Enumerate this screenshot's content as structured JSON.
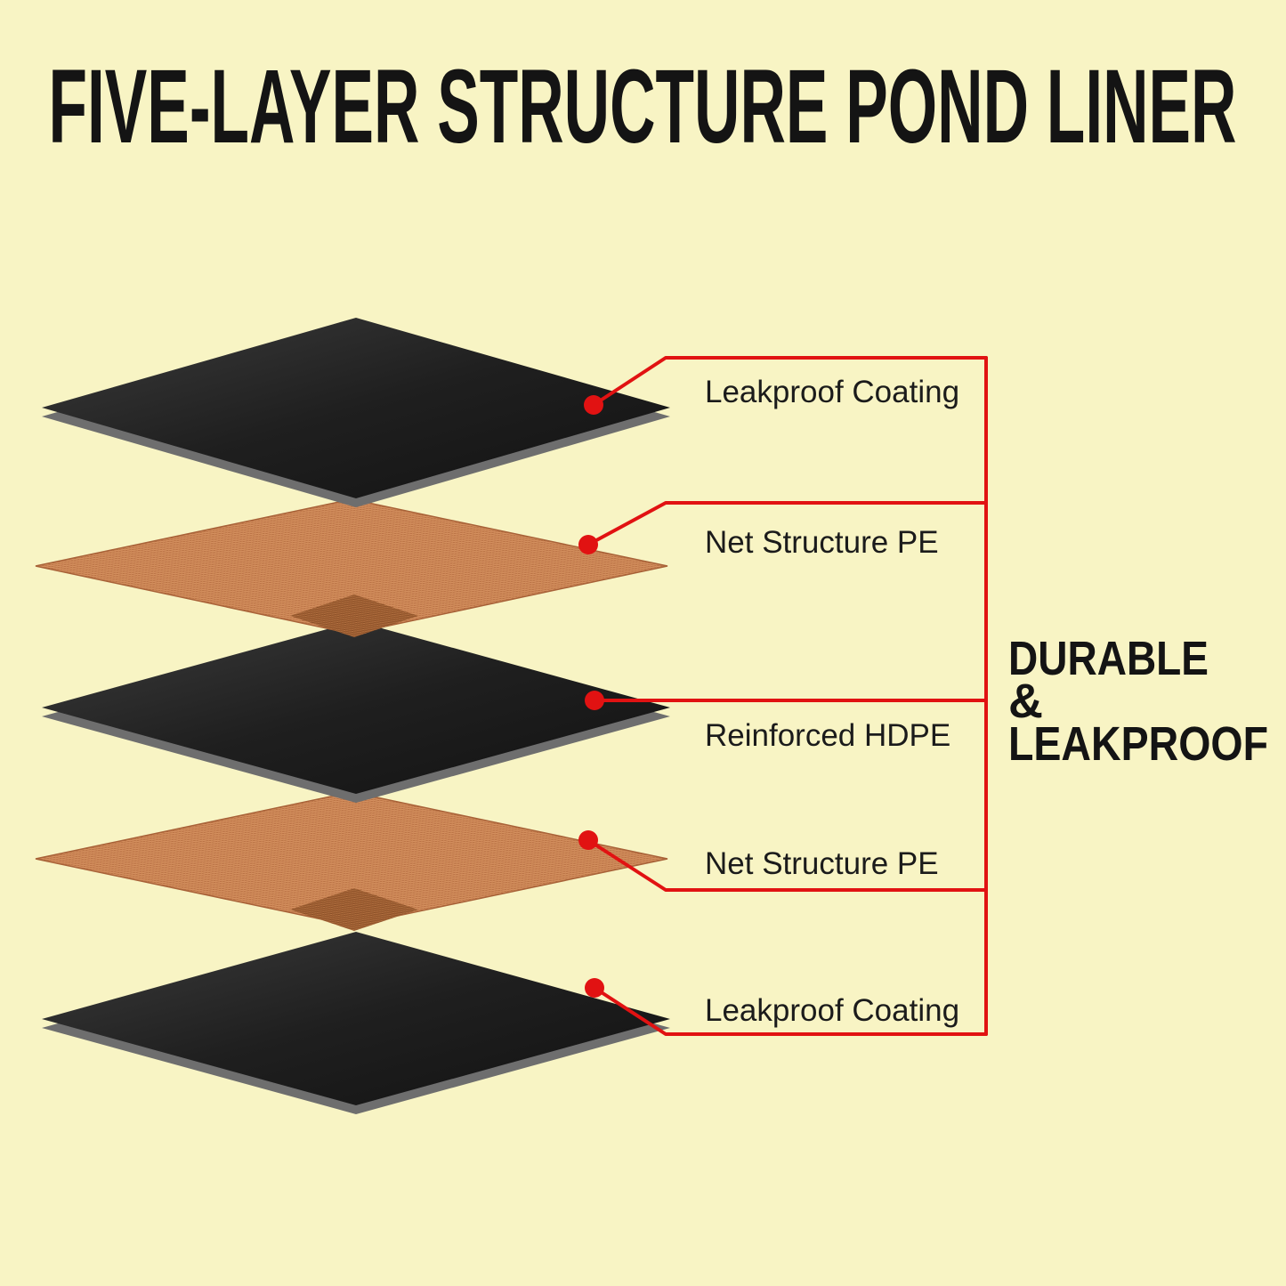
{
  "title": "FIVE-LAYER STRUCTURE POND LINER",
  "layers": [
    {
      "id": "top-coating",
      "label": "Leakproof Coating",
      "material": "solid-black-sheet"
    },
    {
      "id": "upper-net",
      "label": "Net Structure PE",
      "material": "orange-mesh"
    },
    {
      "id": "core",
      "label": "Reinforced HDPE",
      "material": "solid-black-sheet"
    },
    {
      "id": "lower-net",
      "label": "Net Structure PE",
      "material": "orange-mesh"
    },
    {
      "id": "bottom-coating",
      "label": "Leakproof Coating",
      "material": "solid-black-sheet"
    }
  ],
  "side_note": {
    "line1": "DURABLE",
    "line2": "&",
    "line3": "LEAKPROOF"
  },
  "colors": {
    "background": "#f8f4c4",
    "accent_red": "#e11212",
    "layer_black": "#1f1f1f",
    "layer_edge_gray": "#6e6e6e",
    "mesh_orange": "#e3a06f",
    "mesh_dark_patch": "#bf7b49",
    "text_black": "#1b1b1b"
  }
}
